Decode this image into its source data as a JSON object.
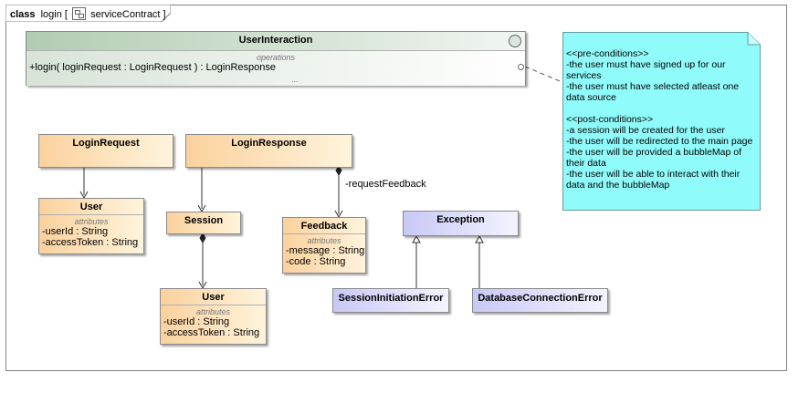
{
  "frame": {
    "keyword": "class",
    "name": "login [",
    "context": "serviceContract ]"
  },
  "interface": {
    "name": "UserInteraction",
    "section_label": "operations",
    "operation": "+login( loginRequest : LoginRequest ) : LoginResponse",
    "ellipsis": "..."
  },
  "classes": {
    "login_request": {
      "name": "LoginRequest"
    },
    "login_response": {
      "name": "LoginResponse"
    },
    "user1": {
      "name": "User",
      "section_label": "attributes",
      "attributes": [
        "-userId : String",
        "-accessToken  : String"
      ]
    },
    "session": {
      "name": "Session"
    },
    "feedback": {
      "name": "Feedback",
      "section_label": "attributes",
      "attributes": [
        "-message : String",
        "-code : String"
      ]
    },
    "user2": {
      "name": "User",
      "section_label": "attributes",
      "attributes": [
        "-userId : String",
        "-accessToken  : String"
      ]
    },
    "exception": {
      "name": "Exception"
    },
    "session_error": {
      "name": "SessionInitiationError"
    },
    "db_error": {
      "name": "DatabaseConnectionError"
    }
  },
  "associations": {
    "request_feedback": "-requestFeedback"
  },
  "note": {
    "lines": [
      "<<pre-conditions>>",
      "-the user must have signed up for our services",
      "-the user must have selected atleast one data source",
      "",
      "<<post-conditions>>",
      "-a session will be created for the user",
      "-the user will be redirected to the main page",
      "-the user will be provided a bubbleMap of their data",
      "-the user will be able to interact with their data and the bubbleMap"
    ]
  },
  "colors": {
    "note_fill": "#8ffbfb",
    "class_orange": "#fbd19d",
    "class_purple": "#c8c8f7",
    "interface_green": "#b1ccb1"
  }
}
